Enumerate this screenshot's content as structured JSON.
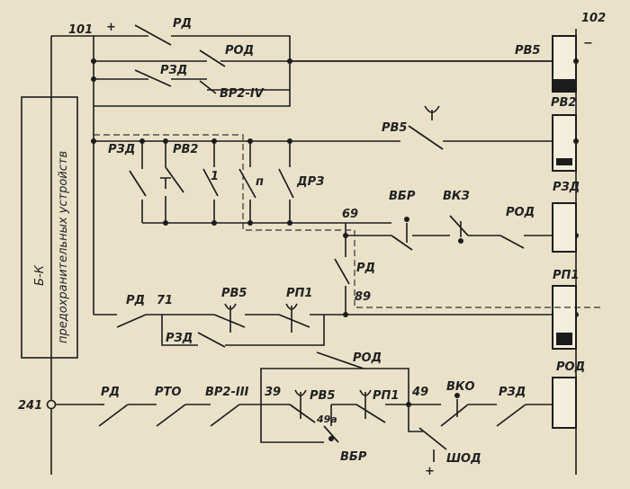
{
  "nodes": {
    "n101": "101",
    "n102": "102",
    "n241": "241",
    "n69": "69",
    "n71": "71",
    "n89": "89",
    "n39": "39",
    "n49": "49",
    "n49a": "49а"
  },
  "polarity": {
    "plus": "+",
    "minus": "−",
    "plus_bottom": "+"
  },
  "box_label": {
    "line1": "Б-К",
    "line2": "предохранительных устройств"
  },
  "contacts": {
    "rd_top": "РД",
    "rod_top": "РОД",
    "rzd_top": "РЗД",
    "vr2_iv": "ВР2-IV",
    "rv5_mid": "РВ5",
    "rzd_mid": "РЗД",
    "rv2_mid": "РВ2",
    "c_1": "1",
    "c_n": "п",
    "c_drz": "ДРЗ",
    "vbr_mid": "ВБР",
    "vkz": "ВКЗ",
    "rod_mid": "РОД",
    "rd_mid": "РД",
    "rd_low": "РД",
    "rv5_low": "РВ5",
    "rp1_low": "РП1",
    "rzd_low": "РЗД",
    "rod_bot": "РОД",
    "rd_bot": "РД",
    "rto": "РТО",
    "vr2_iii": "ВР2-III",
    "rv5_bot": "РВ5",
    "rp1_bot": "РП1",
    "vko": "ВКО",
    "rzd_bot": "РЗД",
    "vbr_bot": "ВБР",
    "shod": "ШОД"
  },
  "coils": {
    "rv5": "РВ5",
    "rv2": "РВ2",
    "rzd": "РЗД",
    "rp1": "РП1",
    "rod": "РОД"
  }
}
